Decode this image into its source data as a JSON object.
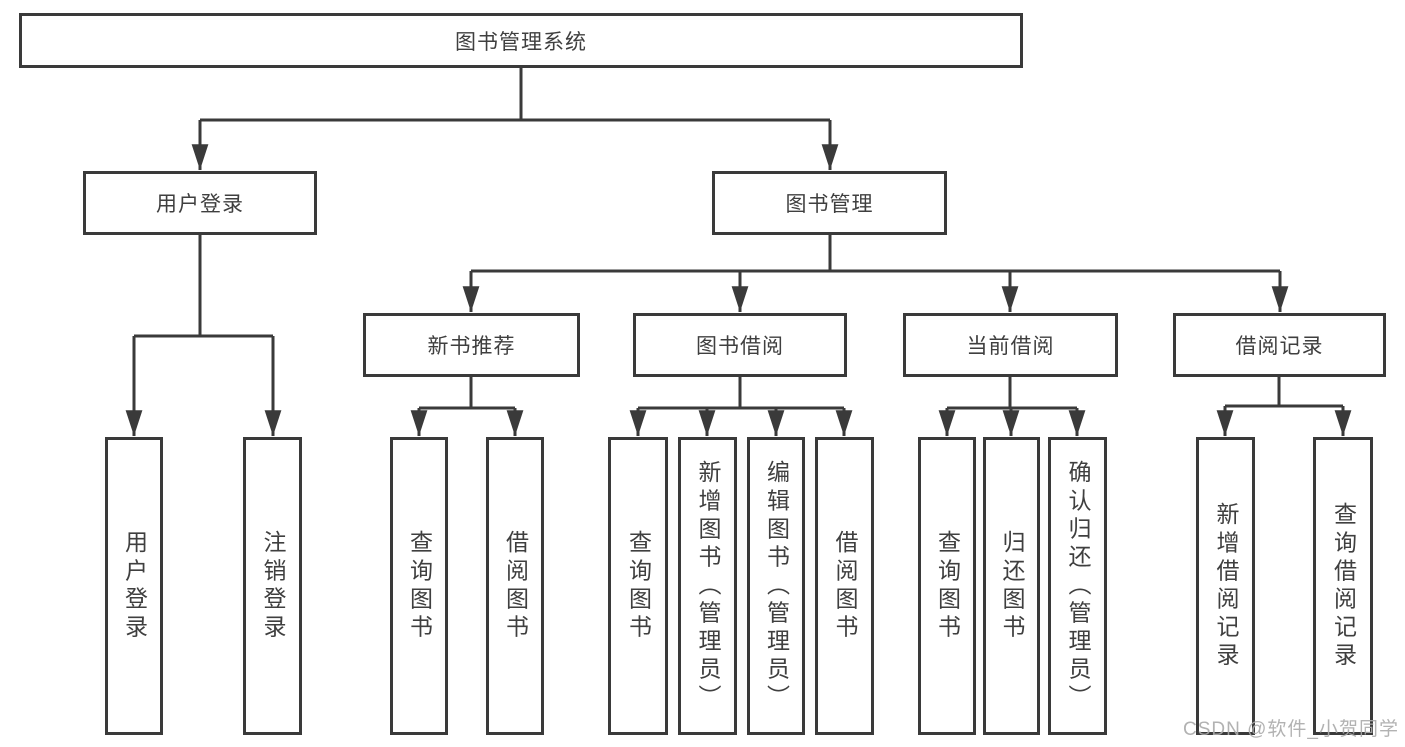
{
  "diagram": {
    "root": "图书管理系统",
    "level2": {
      "userLogin": "用户登录",
      "bookMgmt": "图书管理"
    },
    "level3": {
      "newBooks": "新书推荐",
      "borrow": "图书借阅",
      "current": "当前借阅",
      "records": "借阅记录"
    },
    "leaves": {
      "userLogin": [
        "用户登录",
        "注销登录"
      ],
      "newBooks": [
        "查询图书",
        "借阅图书"
      ],
      "borrow": [
        "查询图书",
        "新增图书（管理员）",
        "编辑图书（管理员）",
        "借阅图书"
      ],
      "current": [
        "查询图书",
        "归还图书",
        "确认归还（管理员）"
      ],
      "records": [
        "新增借阅记录",
        "查询借阅记录"
      ]
    }
  },
  "watermark": "CSDN @软件_小贺同学",
  "colors": {
    "line": "#3a3a3a",
    "text": "#3f3f3f",
    "watermark": "#aaaaaa",
    "background": "#ffffff"
  }
}
